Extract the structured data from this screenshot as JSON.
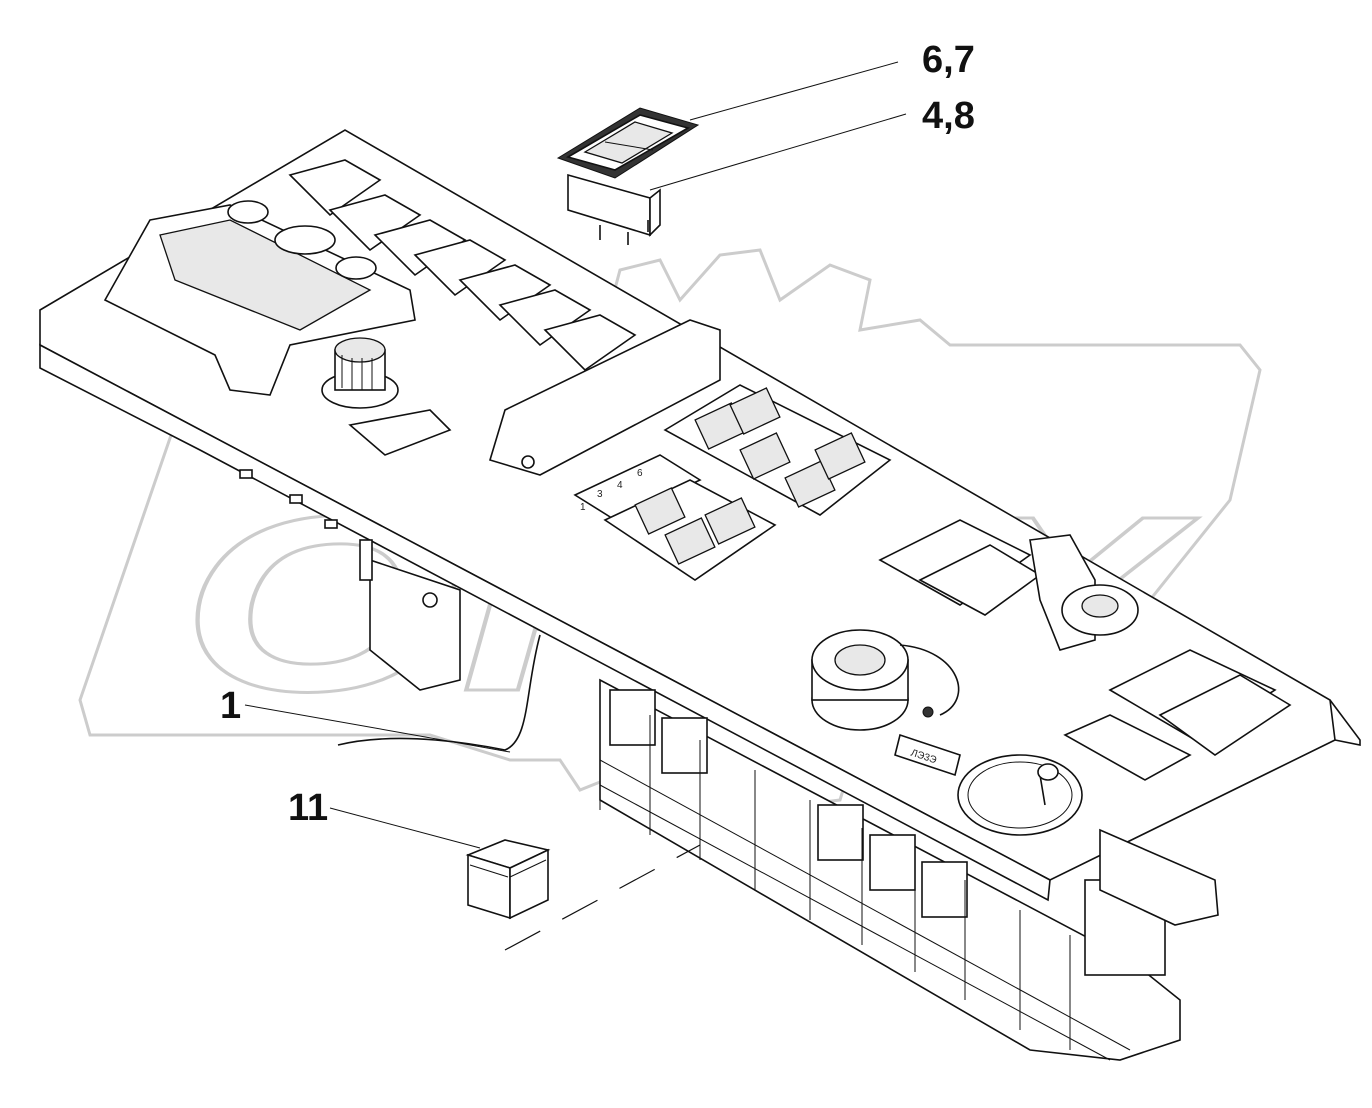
{
  "callouts": [
    {
      "id": "c67",
      "label": "6,7"
    },
    {
      "id": "c48",
      "label": "4,8"
    },
    {
      "id": "c1",
      "label": "1"
    },
    {
      "id": "c11",
      "label": "11"
    }
  ],
  "watermark": {
    "text": "OPEX",
    "color": "#cccccc"
  },
  "panel_marks": {
    "block_numbers": [
      "1",
      "3",
      "4",
      "6"
    ],
    "plate_text": "ЛЭ3Э"
  }
}
